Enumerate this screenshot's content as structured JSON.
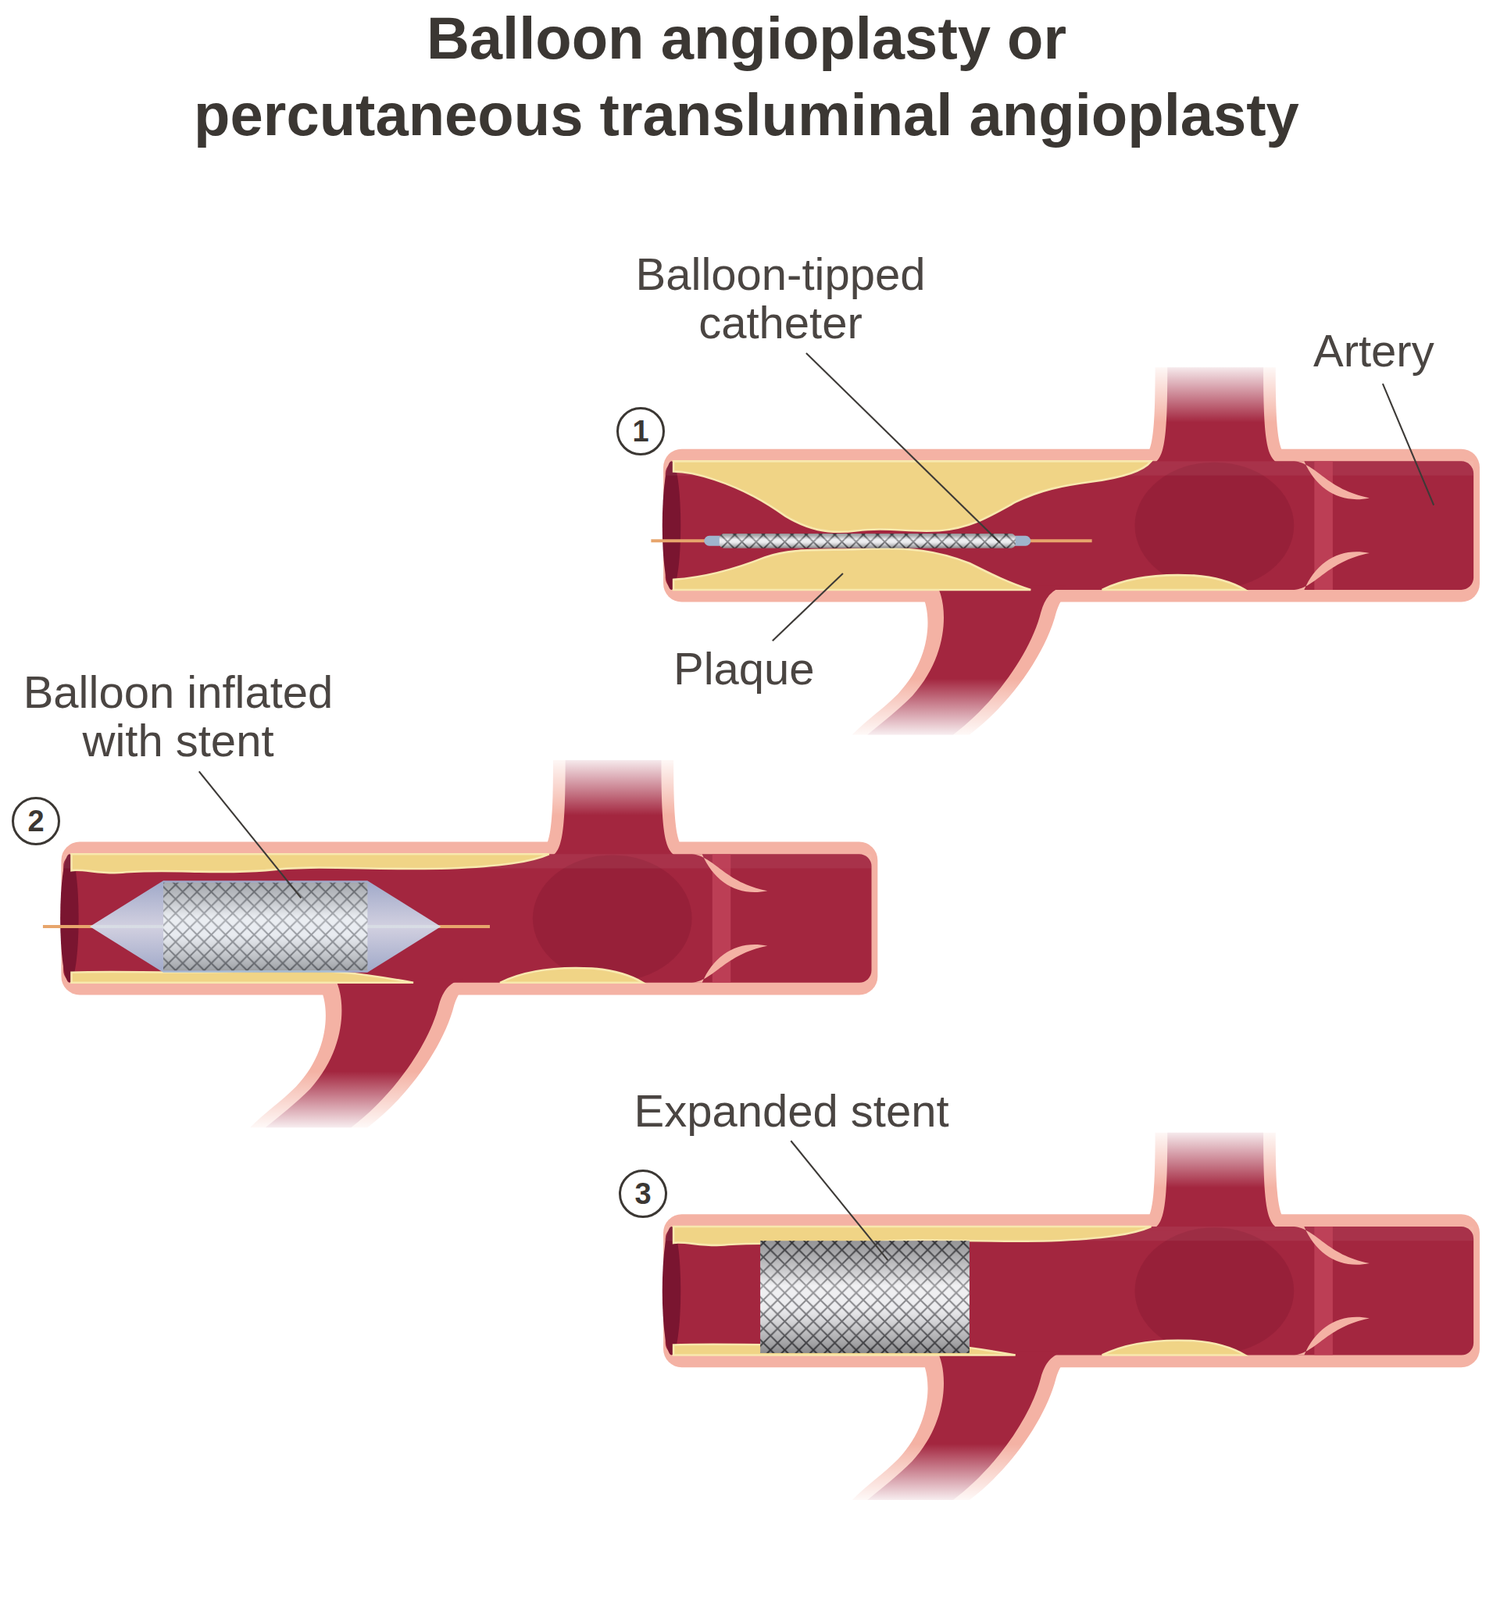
{
  "diagram": {
    "title": "Balloon angioplasty or percutaneous transluminal angioplasty",
    "nodes": [
      {
        "text": [
          "1"
        ]
      },
      {
        "text": [
          "2"
        ]
      },
      {
        "text": [
          "3"
        ]
      }
    ],
    "labels": [
      "Balloon-tipped catheter",
      "Artery",
      "Plaque",
      "Balloon inflated with stent",
      "Expanded stent"
    ]
  }
}
